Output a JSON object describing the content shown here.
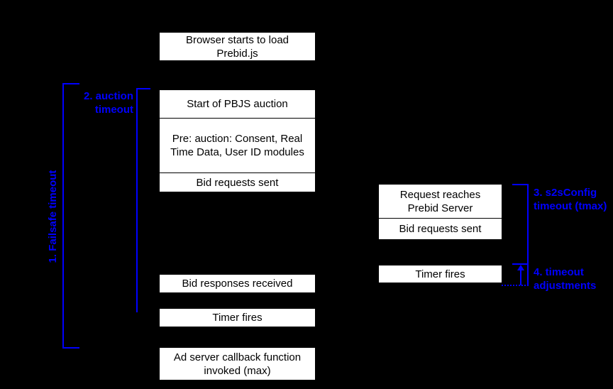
{
  "colors": {
    "background": "#000000",
    "box_fill": "#ffffff",
    "box_text": "#000000",
    "accent_blue": "#0000ff"
  },
  "boxes": {
    "browser_load": "Browser starts to load Prebid.js",
    "auction_start": "Start of PBJS auction",
    "pre_auction": "Pre: auction: Consent, Real Time Data, User ID modules",
    "bid_requests_sent": "Bid requests sent",
    "bid_responses_received": "Bid responses received",
    "timer_fires": "Timer fires",
    "ad_server_callback": "Ad server callback function invoked (max)",
    "request_reaches_server": "Request reaches Prebid Server",
    "server_bid_requests_sent": "Bid requests sent",
    "server_timer_fires": "Timer fires"
  },
  "annotations": {
    "failsafe_timeout": {
      "label": "1. Failsafe timeout"
    },
    "auction_timeout": {
      "line1": "2. auction",
      "line2": "timeout"
    },
    "s2s_timeout": {
      "line1": "3. s2sConfig",
      "line2": "timeout (tmax)"
    },
    "timeout_adjustments": {
      "line1": "4. timeout",
      "line2": "adjustments"
    }
  }
}
